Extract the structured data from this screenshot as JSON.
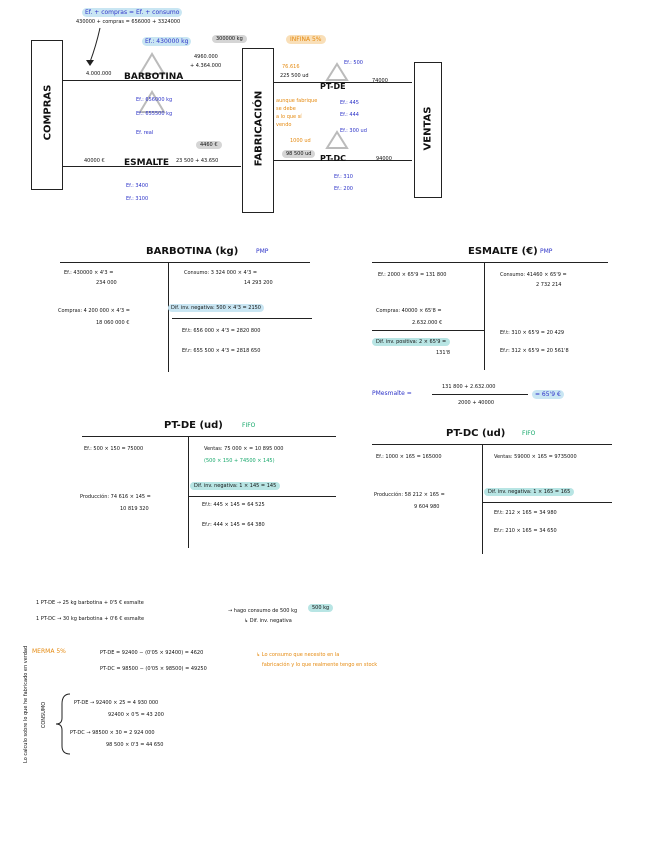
{
  "top": {
    "formula_top_1": "Ef. + compras = Ef. + consumo",
    "formula_top_2": "430000 + compras = 656000 + 3324000",
    "ef_barb_kg": "Ef.: 430000 kg",
    "blob_1": "300000 kg",
    "note_pink": "INFINA 5%",
    "compras_label": "COMPRAS",
    "fabricacion_label": "FABRICACIÓN",
    "ventas_label": "VENTAS",
    "barbotina": "BARBOTINA",
    "esmalte": "ESMALTE",
    "barb_in": "4.000.000",
    "barb_mid_1": "4960.000",
    "barb_mid_2": "+ 4.364.000",
    "ef_barb_2": "Ef.: 656000 kg",
    "ef_barb_3": "Ef.: 655500 kg",
    "ef_barb_4": "Ef. real",
    "esm_in": "40000 €",
    "esm_mid_blob": "4460 €",
    "esm_mid": "23 500 + 43.650",
    "ef_esm_1": "Ef.: 3400",
    "ef_esm_2": "Ef.: 3100",
    "pt_de": "PT-DE",
    "pt_dc": "PT-DC",
    "pt_de_left_1": "76.616",
    "pt_de_left_2": "225 500 ud",
    "pt_de_right": "74000",
    "pt_de_ef_1": "Ef.: 500",
    "pt_de_ef_2": "Ef.: 445",
    "pt_de_ef_3": "Ef.: 444",
    "pt_dc_left": "98 500 ud",
    "pt_dc_right": "94000",
    "pt_dc_ef_1": "Ef.: 300 ud",
    "pt_dc_ef_2": "Ef.: 310",
    "pt_dc_ef_3": "Ef.: 200",
    "orange_note_1": "aunque fabrique",
    "orange_note_2": "se debe",
    "orange_note_3": "a lo que sí",
    "orange_note_4": "vendo",
    "orange_small": "1000 ud"
  },
  "barbotina": {
    "title": "BARBOTINA (kg)",
    "method": "PMP",
    "left_1": "Ef.: 430000 × 4'3 =",
    "left_2": "234 000",
    "left_3": "Compras: 4 200 000 × 4'3 =",
    "left_4": "18 060 000 €",
    "right_1": "Consumo: 3 324 000 × 4'3 =",
    "right_2": "14 293 200",
    "right_3": "Dif. inv. negativa: 500 × 4'3 = 2150",
    "right_4": "Ef.t: 656 000 × 4'3 = 2820 800",
    "right_5": "Ef.r: 655 500 × 4'3 = 2818 650"
  },
  "esmalte": {
    "title": "ESMALTE (€)",
    "method": "PMP",
    "left_1": "Ef.: 2000 × 65'9 = 131 800",
    "left_2": "Compras: 40000 × 65'8 =",
    "left_3": "2.632.000 €",
    "left_4": "Dif. inv. positiva: 2 × 65'9 =",
    "left_5": "131'8",
    "right_1": "Consumo: 41460 × 65'9 =",
    "right_2": "2 732 214",
    "right_3": "Ef.t: 310 × 65'9 = 20 429",
    "right_4": "Ef.r: 312 × 65'9 = 20 561'8"
  },
  "pmp": {
    "label": "PMesmalte =",
    "num": "131 800 + 2.632.000",
    "den": "2000 + 40000",
    "result": "= 65'9 €"
  },
  "ptde": {
    "title": "PT-DE (ud)",
    "method": "FIFO",
    "left_1": "Ef.: 500 × 150 = 75000",
    "left_2": "Producción: 74 616 × 145 =",
    "left_3": "10 819 320",
    "right_1": "Ventas: 75 000 × = 10 895 000",
    "right_2": "(500 × 150 + 74500 × 145)",
    "right_3": "Dif. inv. negativa: 1 × 145 = 145",
    "right_4": "Ef.t: 445 × 145 = 64 525",
    "right_5": "Ef.r: 444 × 145 = 64 380"
  },
  "ptdc": {
    "title": "PT-DC (ud)",
    "method": "FIFO",
    "left_1": "Ef.: 1000 × 165 = 165000",
    "left_2": "Producción: 58 212 × 165 =",
    "left_3": "9 604 980",
    "right_1": "Ventas: 59000 × 165 = 9735000",
    "right_2": "Dif. inv. negativa: 1 × 165 = 165",
    "right_3": "Ef.t: 212 × 165 = 34 980",
    "right_4": "Ef.r: 210 × 165 = 34 650"
  },
  "bottom": {
    "line_1": "1 PT-DE → 25 kg barbotina + 0'5 € esmalte",
    "line_2": "1 PT-DC → 30 kg barbotina + 0'6 € esmalte",
    "brace_note_1": "→ hago consumo de 500 kg",
    "brace_note_2": "↳ Dif. inv. negativa",
    "blob_500": "500 kg",
    "merma_label": "MERMA 5%",
    "merma_1": "PT-DE = 92400 − (0'05 × 92400) = 4620",
    "merma_2": "PT-DC = 98500 − (0'05 × 98500) = 49250",
    "merma_note_1": "↳ Lo consumo que necesito en la",
    "merma_note_2": "fabricación y lo que realmente tengo en stock",
    "side_note": "Lo calculo sobre lo que he fabricado en verdad",
    "consumo_label": "CONSUMO",
    "c1": "PT-DE → 92400 × 25 = 4 930 000",
    "c2": "92400 × 0'5 = 43 200",
    "c3": "PT-DC → 98500 × 30 = 2 924 000",
    "c4": "98 500 × 0'3 = 44 650"
  },
  "colors": {
    "blue": "#2d33c8",
    "green": "#16a86b",
    "orange": "#e58a10",
    "highlight_blue": "#c9e6f3",
    "highlight_teal": "#b8e5e4",
    "highlight_orange": "#f9dfb8",
    "grey_blob": "#d5d5d5"
  }
}
